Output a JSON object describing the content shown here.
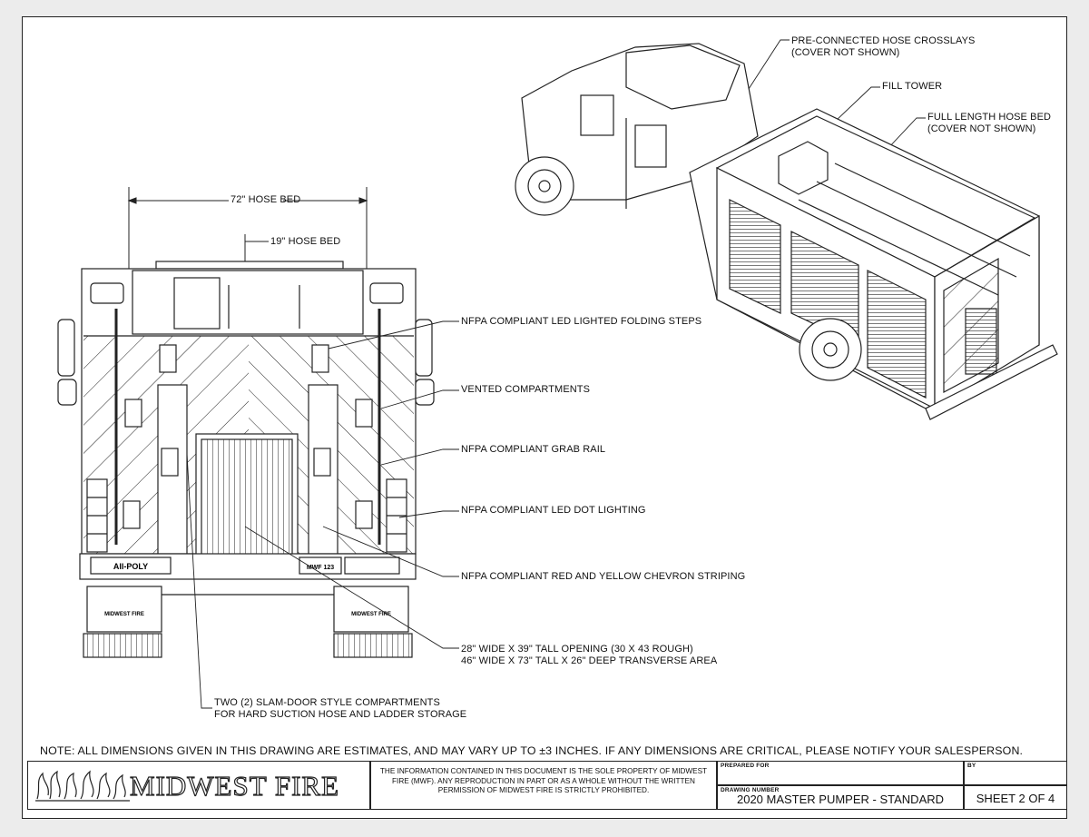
{
  "callouts": {
    "hose_bed_72": "72\" HOSE BED",
    "hose_bed_19": "19\" HOSE BED",
    "crosslays_1": "PRE-CONNECTED HOSE CROSSLAYS",
    "crosslays_2": "(COVER NOT SHOWN)",
    "fill_tower": "FILL TOWER",
    "full_bed_1": "FULL LENGTH HOSE BED",
    "full_bed_2": "(COVER NOT SHOWN)",
    "steps": "NFPA COMPLIANT LED LIGHTED FOLDING STEPS",
    "vented": "VENTED COMPARTMENTS",
    "grab_rail": "NFPA COMPLIANT GRAB RAIL",
    "dot_lighting": "NFPA COMPLIANT LED DOT LIGHTING",
    "chevron": "NFPA COMPLIANT RED AND YELLOW CHEVRON STRIPING",
    "opening_1": "28\" WIDE X 39\" TALL OPENING (30 X 43 ROUGH)",
    "opening_2": "46\" WIDE X 73\" TALL X 26\" DEEP TRANSVERSE AREA",
    "slam_1": "TWO (2) SLAM-DOOR STYLE COMPARTMENTS",
    "slam_2": "FOR HARD SUCTION HOSE AND LADDER STORAGE"
  },
  "truck_labels": {
    "bumper_left": "All-POLY",
    "bumper_right": "MWF 123",
    "mudflap": "MIDWEST FIRE"
  },
  "note": "NOTE: ALL DIMENSIONS GIVEN IN THIS DRAWING ARE ESTIMATES, AND MAY VARY UP TO ±3 INCHES. IF ANY DIMENSIONS ARE CRITICAL, PLEASE NOTIFY YOUR SALESPERSON.",
  "title_block": {
    "company": "MIDWEST FIRE",
    "legal": "THE INFORMATION CONTAINED IN THIS DOCUMENT IS THE SOLE PROPERTY OF MIDWEST FIRE (MWF). ANY REPRODUCTION IN PART OR AS A WHOLE WITHOUT THE WRITTEN PERMISSION OF MIDWEST FIRE IS STRICTLY PROHIBITED.",
    "prepared_for_label": "PREPARED FOR",
    "prepared_for_value": "",
    "by_label": "BY",
    "by_value": "",
    "drawing_number_label": "DRAWING NUMBER",
    "drawing_number_value": "2020 MASTER PUMPER - STANDARD",
    "sheet": "SHEET 2 OF 4"
  }
}
